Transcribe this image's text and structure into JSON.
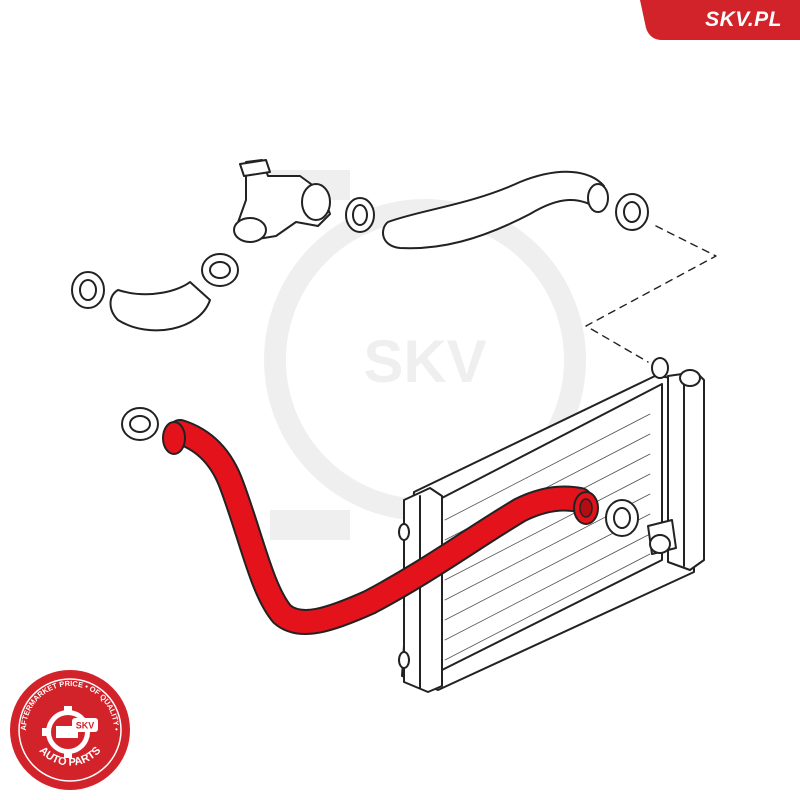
{
  "brand": {
    "site": "SKV.PL",
    "tab_color": "#d2232a"
  },
  "seal": {
    "ring_text": "AFTERMARKET PRICE • OF QUALITY •",
    "badge": "SKV",
    "bottom_text": "AUTO PARTS",
    "color": "#d2232a"
  },
  "watermark": {
    "text": "SKV"
  },
  "diagram": {
    "highlight_color": "#e4121b",
    "line_color": "#222222"
  }
}
